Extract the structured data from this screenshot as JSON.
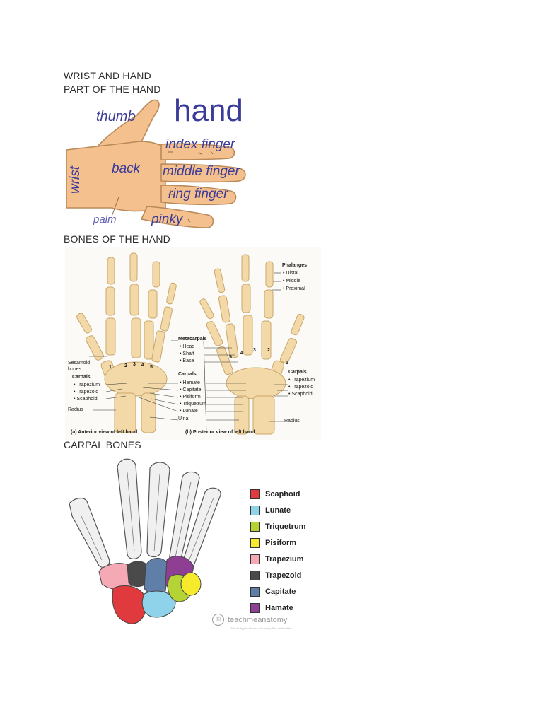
{
  "headings": {
    "title": "WRIST AND HAND",
    "parts": "PART OF THE HAND",
    "bones": "BONES OF THE HAND",
    "carpal": "CARPAL BONES"
  },
  "hand_parts": {
    "hand": "hand",
    "thumb": "thumb",
    "index": "index finger",
    "wrist": "wrist",
    "back": "back",
    "middle": "middle finger",
    "ring": "ring finger",
    "palm": "palm",
    "pinky": "pinky"
  },
  "bones_diagram": {
    "phalanges": "Phalanges",
    "distal": "• Distal",
    "middle": "• Middle",
    "proximal": "• Proximal",
    "metacarpals": "Metacarpals",
    "head": "• Head",
    "shaft": "• Shaft",
    "base": "• Base",
    "sesamoid": "Sesamoid",
    "bones": "bones",
    "carpals_left": "Carpals",
    "trapezium_left": "• Trapezium",
    "trapezoid_left": "• Trapezoid",
    "scaphoid_left": "• Scaphoid",
    "radius_left": "Radius",
    "carpals_mid": "Carpals",
    "hamate": "• Hamate",
    "capitate": "• Capitate",
    "pisiform": "• Pisiform",
    "triquetrum": "• Triquetrum",
    "lunate": "• Lunate",
    "ulna": "Ulna",
    "carpals_right": "Carpals",
    "trapezium_right": "• Trapezium",
    "trapezoid_right": "• Trapezoid",
    "scaphoid_right": "• Scaphoid",
    "radius_right": "Radius",
    "caption_a": "(a) Anterior view of left hand",
    "caption_b": "(b) Posterior view of left hand",
    "numbers": [
      "1",
      "2",
      "3",
      "4",
      "5"
    ]
  },
  "carpal_legend": [
    {
      "label": "Scaphoid",
      "color": "#e03a3e"
    },
    {
      "label": "Lunate",
      "color": "#8fd3ea"
    },
    {
      "label": "Triquetrum",
      "color": "#b4d334"
    },
    {
      "label": "Pisiform",
      "color": "#f5ea2c"
    },
    {
      "label": "Trapezium",
      "color": "#f4a9b4"
    },
    {
      "label": "Trapezoid",
      "color": "#4a4a4a"
    },
    {
      "label": "Capitate",
      "color": "#5f7ea8"
    },
    {
      "label": "Hamate",
      "color": "#8e3f93"
    }
  ],
  "watermark": {
    "symbol": "©",
    "brand": "teachmeanatomy",
    "subtext": "The #1 Applied Human Anatomy Site on the Web"
  },
  "colors": {
    "skin": "#f4c08e",
    "skin_outline": "#b98a5a",
    "bone": "#f3d9a8",
    "bone_outline": "#c9a66b",
    "label_blue": "#3b3b99"
  }
}
